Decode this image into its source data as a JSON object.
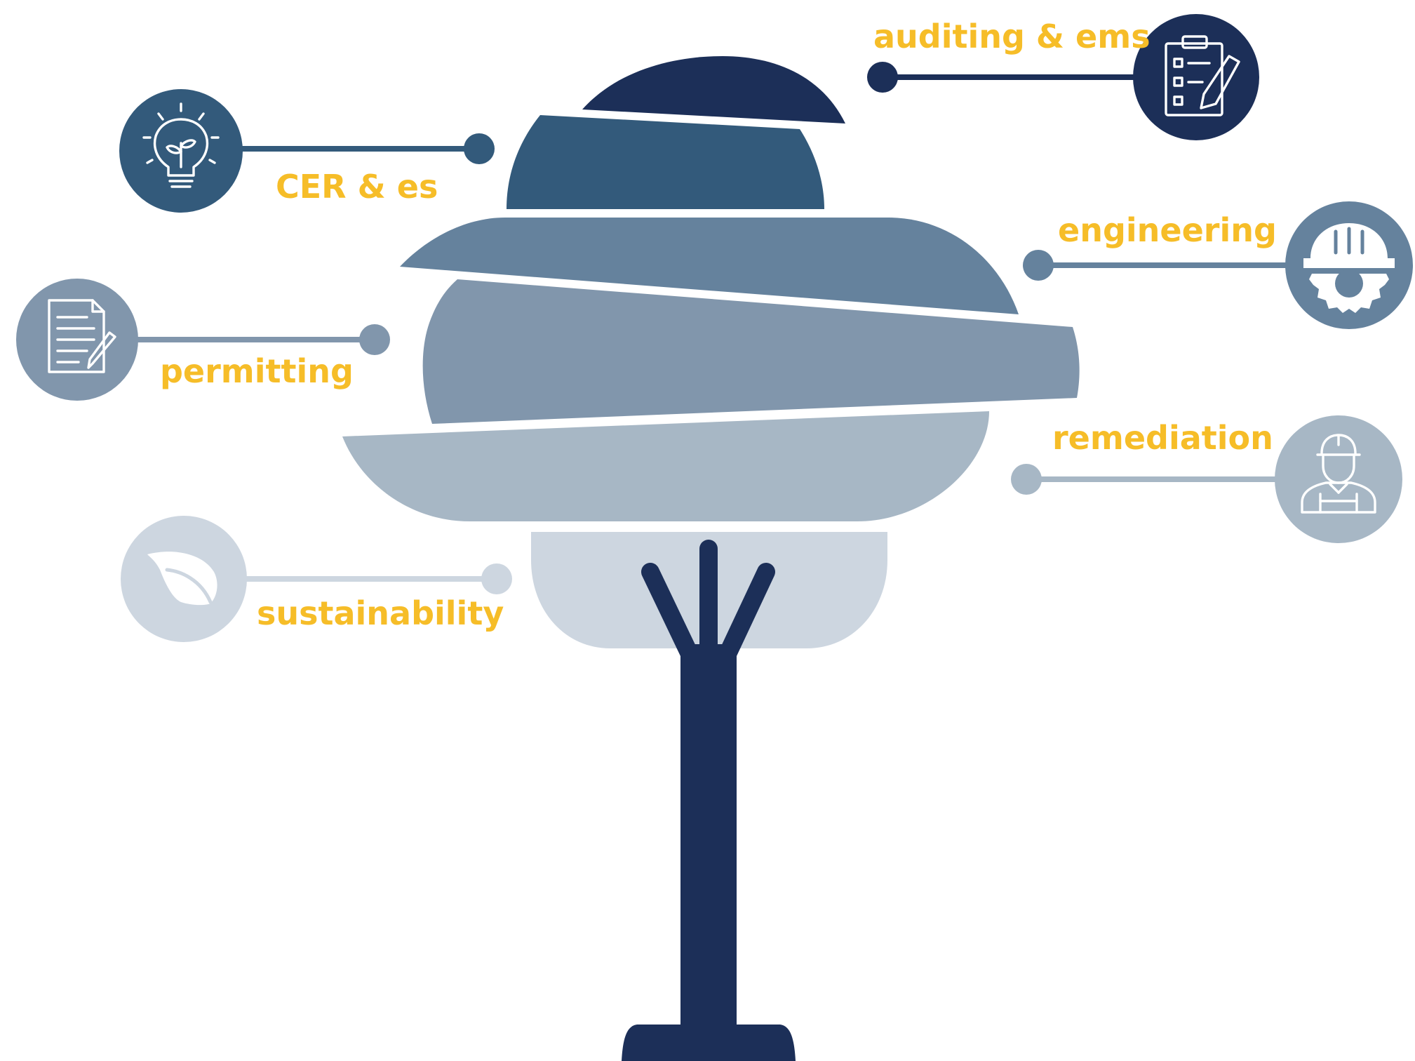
{
  "colors": {
    "navy": "#1c2f58",
    "tier2": "#335a7b",
    "tier3": "#65829d",
    "tier4": "#8196ac",
    "tier5": "#a7b7c5",
    "tier6": "#cdd6e0",
    "label": "#f6bd28"
  },
  "services": [
    {
      "key": "auditing",
      "label": "auditing & ems",
      "icon": "clipboard-checklist-icon"
    },
    {
      "key": "cer",
      "label": "CER & es",
      "icon": "lightbulb-plant-icon"
    },
    {
      "key": "engineering",
      "label": "engineering",
      "icon": "hardhat-gear-icon"
    },
    {
      "key": "permitting",
      "label": "permitting",
      "icon": "document-pencil-icon"
    },
    {
      "key": "remediation",
      "label": "remediation",
      "icon": "worker-icon"
    },
    {
      "key": "sustainability",
      "label": "sustainability",
      "icon": "leaf-icon"
    }
  ]
}
